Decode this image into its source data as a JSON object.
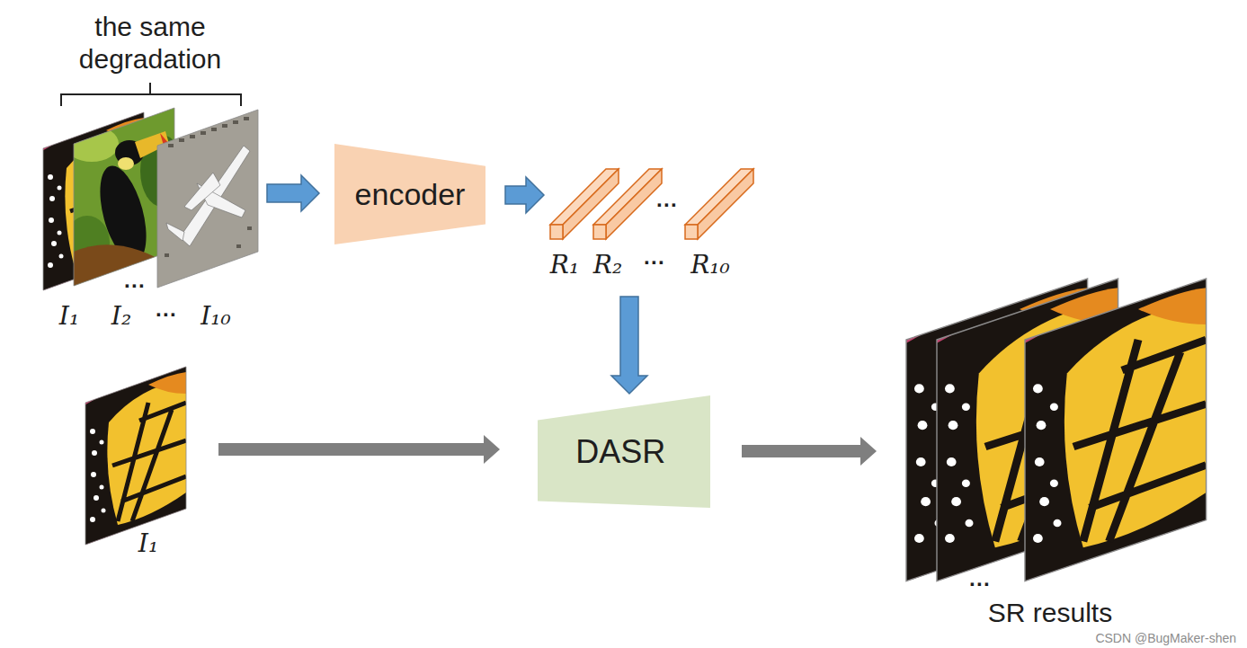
{
  "diagram": {
    "nodes": [
      {
        "text": [
          "the same degradation",
          "···",
          "I₁",
          "I₂",
          "···",
          "I₁₀"
        ]
      },
      {
        "text": [
          "encoder"
        ]
      },
      {
        "text": [
          "···",
          "R₁",
          "R₂",
          "···",
          "R₁₀"
        ]
      },
      {
        "text": [
          "DASR"
        ]
      },
      {
        "text": [
          "I₁"
        ]
      },
      {
        "text": [
          "···",
          "SR results"
        ]
      }
    ],
    "edges": [
      {
        "from": 0,
        "to": 1,
        "arrow": "to"
      },
      {
        "from": 1,
        "to": 2,
        "arrow": "to"
      },
      {
        "from": 2,
        "to": 3,
        "arrow": "to"
      },
      {
        "from": 4,
        "to": 3,
        "arrow": "to"
      },
      {
        "from": 3,
        "to": 5,
        "arrow": "to"
      }
    ],
    "labels": [
      "CSDN @BugMaker-shen"
    ]
  }
}
